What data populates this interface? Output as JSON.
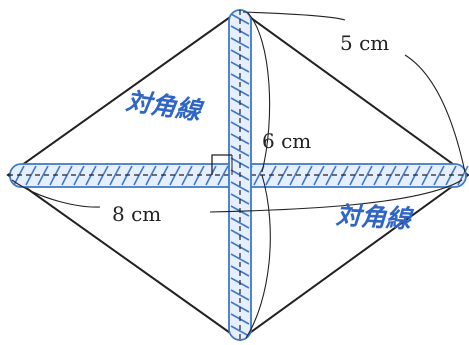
{
  "figure": {
    "labels": {
      "side": "5 cm",
      "height_diagonal": "6 cm",
      "width_diagonal": "8 cm"
    },
    "annotations": {
      "diagonal_top": "対角線",
      "diagonal_bottom": "対角線"
    }
  },
  "colors": {
    "outline": "#222222",
    "rope": "#3f78c8",
    "rope_fill": "#e6efff",
    "annotation": "#2f66c5"
  }
}
